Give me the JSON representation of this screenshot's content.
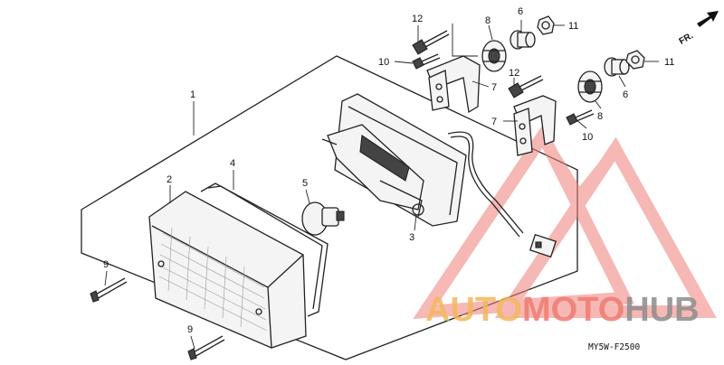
{
  "diagram": {
    "direction_label": "FR.",
    "drawing_code": "MY5W-F2500",
    "callouts": {
      "c1": "1",
      "c2": "2",
      "c3": "3",
      "c4": "4",
      "c5": "5",
      "c6a": "6",
      "c6b": "6",
      "c7a": "7",
      "c7b": "7",
      "c8a": "8",
      "c8b": "8",
      "c9a": "9",
      "c9b": "9",
      "c10a": "10",
      "c10b": "10",
      "c11a": "11",
      "c11b": "11",
      "c12a": "12",
      "c12b": "12"
    }
  },
  "watermark": {
    "part1": "AUTO",
    "part2": "MOTO",
    "part3": "HUB",
    "colors": {
      "auto": "#f3b85b",
      "moto": "#ef7b72",
      "hub": "#8d8d8d",
      "logo": "#f07f78"
    }
  }
}
